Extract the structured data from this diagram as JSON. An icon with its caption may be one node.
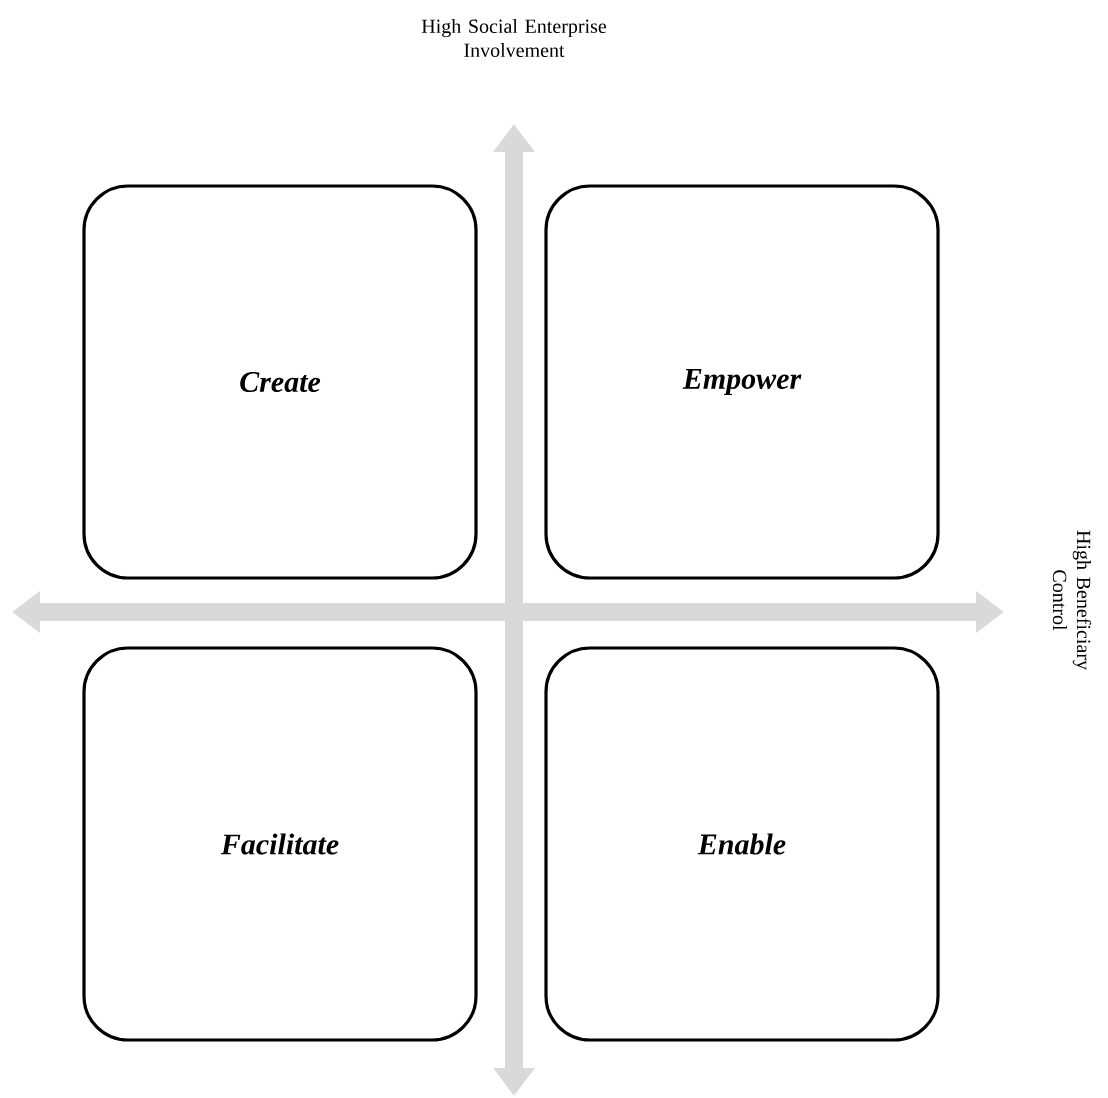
{
  "diagram": {
    "nodes": [
      {
        "text": [
          "Create"
        ]
      },
      {
        "text": [
          "Empower"
        ]
      },
      {
        "text": [
          "Facilitate"
        ]
      },
      {
        "text": [
          "Enable"
        ]
      }
    ],
    "labels": [
      "High Social Enterprise Involvement",
      "High Beneficiary Control"
    ]
  }
}
